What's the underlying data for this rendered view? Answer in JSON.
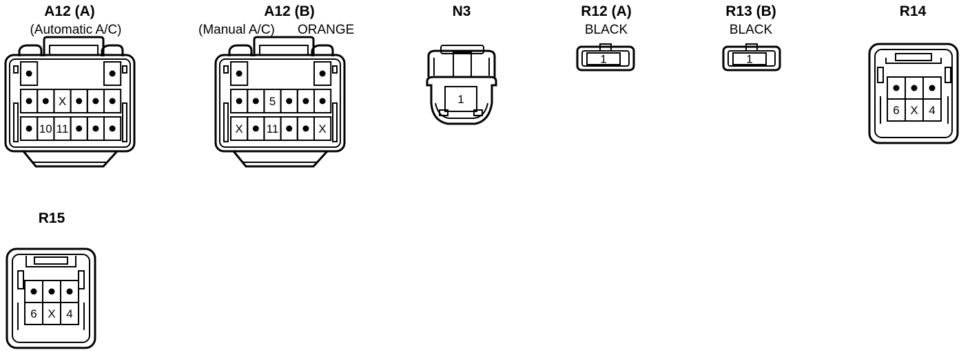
{
  "connectors": [
    {
      "id": "A12 (A)",
      "notes": [
        "(Automatic A/C)"
      ],
      "rows": [
        [
          "dot",
          "",
          "",
          "",
          "",
          "dot"
        ],
        [
          "dot",
          "dot",
          "X",
          "dot",
          "dot",
          "dot"
        ],
        [
          "dot",
          "10",
          "11",
          "dot",
          "dot",
          "dot"
        ]
      ]
    },
    {
      "id": "A12 (B)",
      "notes": [
        "(Manual A/C)",
        "ORANGE"
      ],
      "rows": [
        [
          "dot",
          "",
          "",
          "",
          "",
          "dot"
        ],
        [
          "dot",
          "dot",
          "5",
          "dot",
          "dot",
          "dot"
        ],
        [
          "X",
          "dot",
          "11",
          "dot",
          "dot",
          "X"
        ]
      ]
    },
    {
      "id": "N3",
      "notes": [],
      "pins": [
        "1"
      ]
    },
    {
      "id": "R12 (A)",
      "notes": [
        "BLACK"
      ],
      "pins": [
        "1"
      ]
    },
    {
      "id": "R13 (B)",
      "notes": [
        "BLACK"
      ],
      "pins": [
        "1"
      ]
    },
    {
      "id": "R14",
      "notes": [],
      "rows": [
        [
          "dot",
          "dot",
          "dot"
        ],
        [
          "6",
          "X",
          "4"
        ]
      ]
    },
    {
      "id": "R15",
      "notes": [],
      "rows": [
        [
          "dot",
          "dot",
          "dot"
        ],
        [
          "6",
          "X",
          "4"
        ]
      ]
    }
  ]
}
